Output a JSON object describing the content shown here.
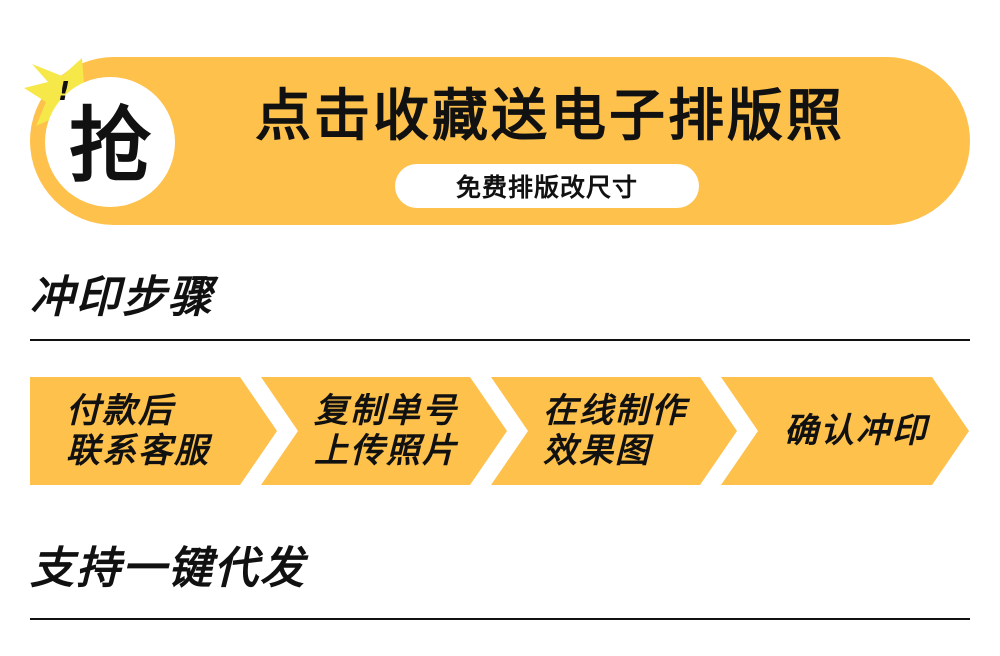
{
  "banner": {
    "badge_char": "抢",
    "badge_mark": "!",
    "title": "点击收藏送电子排版照",
    "pill_text": "免费排版改尺寸",
    "color": "#FDC14C",
    "badge_burst_color": "#F7E84A"
  },
  "sections": {
    "print_steps_title": "冲印步骤",
    "dropship_title": "支持一键代发"
  },
  "steps": [
    {
      "line1": "付款后",
      "line2": "联系客服"
    },
    {
      "line1": "复制单号",
      "line2": "上传照片"
    },
    {
      "line1": "在线制作",
      "line2": "效果图"
    },
    {
      "line1": "确认冲印",
      "line2": ""
    }
  ],
  "step_color": "#FDC14C"
}
